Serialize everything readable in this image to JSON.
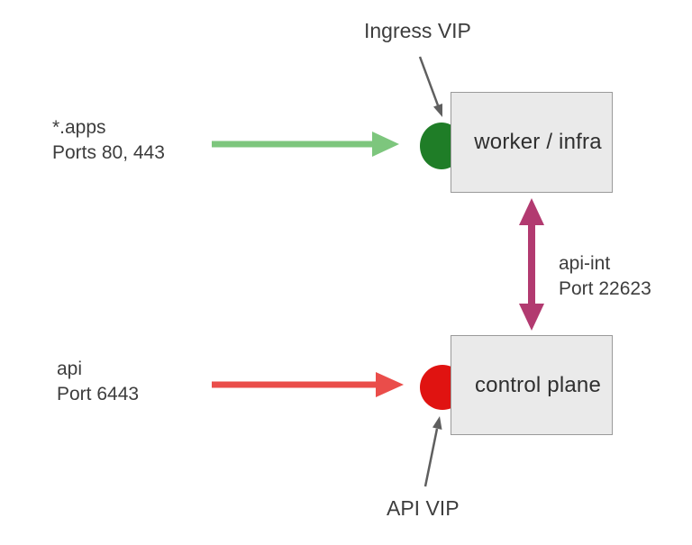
{
  "diagram": {
    "background": "#ffffff",
    "text_color": "#3d3d3d",
    "annotation_arrow_color": "#5f5f5f",
    "nodes": {
      "worker": {
        "label": "worker / infra",
        "fill": "#eaeaea",
        "border": "#9a9a9a"
      },
      "control_plane": {
        "label": "control plane",
        "fill": "#eaeaea",
        "border": "#9a9a9a"
      }
    },
    "vips": {
      "ingress": {
        "label": "Ingress VIP",
        "color": "#1f7d27"
      },
      "api": {
        "label": "API VIP",
        "color": "#e01311"
      }
    },
    "flows": {
      "apps": {
        "name": "*.apps",
        "ports": "Ports 80, 443",
        "color": "#7dc67d"
      },
      "api": {
        "name": "api",
        "ports": "Port 6443",
        "color": "#ea4d4a"
      },
      "api_int": {
        "name": "api-int",
        "ports": "Port 22623",
        "color": "#b23a70"
      }
    }
  }
}
